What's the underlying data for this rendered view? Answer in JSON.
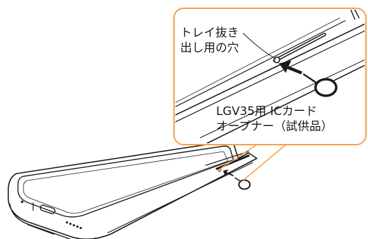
{
  "callouts": {
    "tray_hole": {
      "line1": "トレイ抜き",
      "line2": "出し用の穴"
    },
    "opener": {
      "line1": "LGV35用 ICカード",
      "line2": "オープナー（試供品）"
    }
  },
  "colors": {
    "callout_frame": "#f5a04a",
    "arrow": "#1a1a1a",
    "ring_fill": "#ffffff",
    "outline": "#1a1a1a"
  }
}
